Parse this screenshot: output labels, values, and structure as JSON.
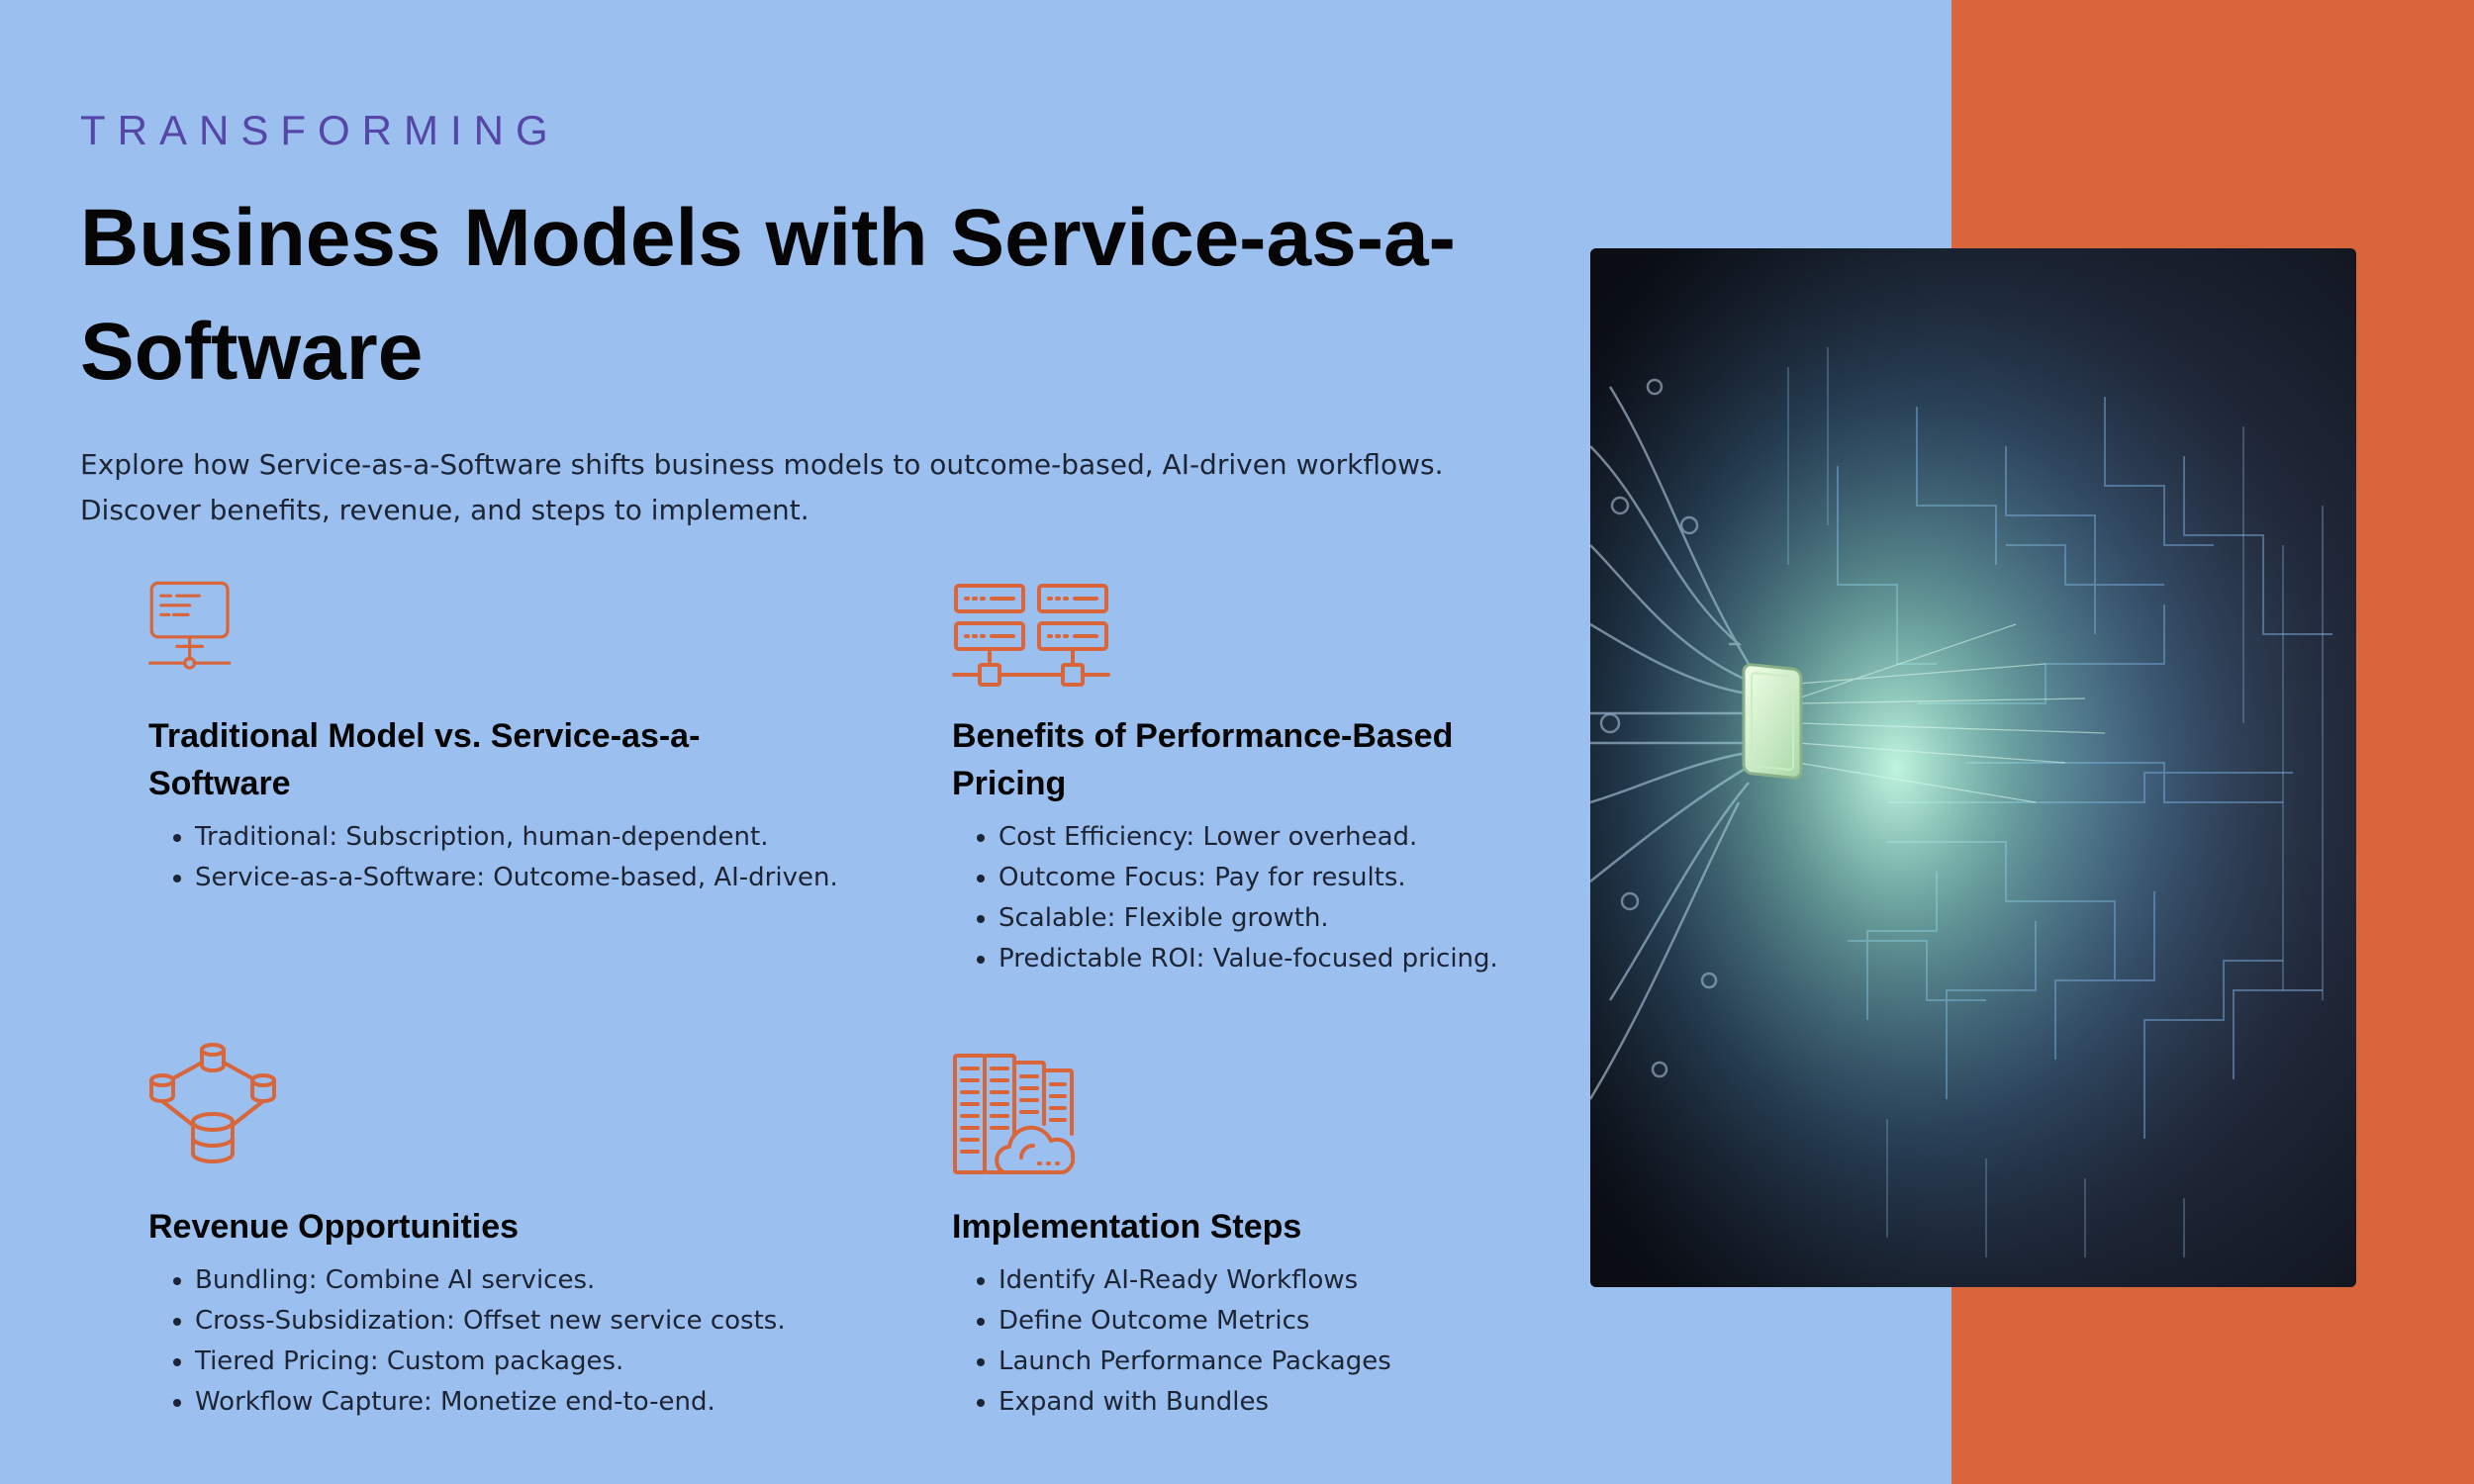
{
  "header": {
    "eyebrow": "TRANSFORMING",
    "title": "Business Models with Service-as-a-Software",
    "intro": "Explore how Service-as-a-Software shifts business models to outcome-based, AI-driven workflows. Discover benefits, revenue, and steps to implement."
  },
  "cards": [
    {
      "icon": "monitor-network-icon",
      "title": "Traditional Model vs. Service-as-a-Software",
      "items": [
        "Traditional: Subscription, human-dependent.",
        "Service-as-a-Software: Outcome-based, AI-driven."
      ]
    },
    {
      "icon": "server-network-icon",
      "title": "Benefits of Performance-Based Pricing",
      "items": [
        "Cost Efficiency: Lower overhead.",
        "Outcome Focus: Pay for results.",
        "Scalable: Flexible growth.",
        "Predictable ROI: Value-focused pricing."
      ]
    },
    {
      "icon": "database-network-icon",
      "title": "Revenue Opportunities",
      "items": [
        "Bundling: Combine AI services.",
        "Cross-Subsidization: Offset new service costs.",
        "Tiered Pricing: Custom packages.",
        "Workflow Capture: Monetize end-to-end."
      ]
    },
    {
      "icon": "cloud-server-icon",
      "title": "Implementation Steps",
      "items": [
        "Identify AI-Ready Workflows",
        "Define Outcome Metrics",
        "Launch Performance Packages",
        "Expand with Bundles"
      ]
    }
  ],
  "image": {
    "subject": "circuit-chip-illustration"
  },
  "colors": {
    "background": "#9bbfee",
    "accent": "#d8663a",
    "eyebrow": "#5546a8",
    "icon": "#d8663a"
  }
}
